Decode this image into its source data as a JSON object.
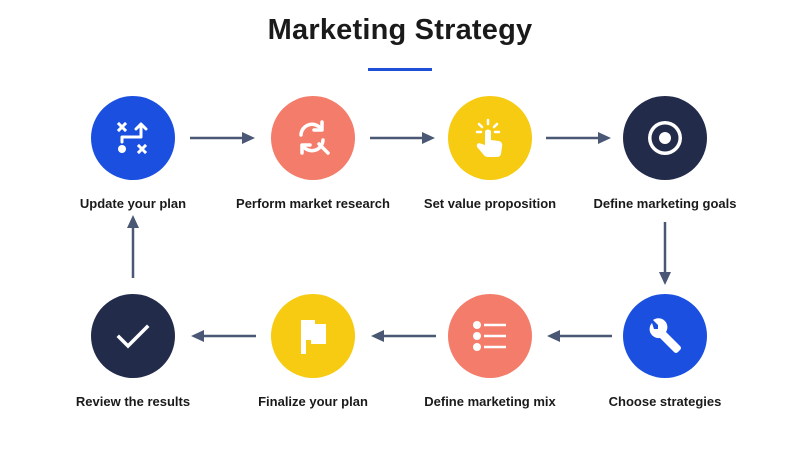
{
  "title": "Marketing Strategy",
  "colors": {
    "accent_underline": "#1f4fd6",
    "arrow": "#4a5775",
    "blue": "#1a4fe0",
    "salmon": "#f47c6a",
    "yellow": "#f6cb12",
    "navy": "#222b4a"
  },
  "steps": [
    {
      "label": "Update your plan",
      "icon": "strategy-play-icon",
      "color": "blue"
    },
    {
      "label": "Perform market research",
      "icon": "refresh-search-icon",
      "color": "salmon"
    },
    {
      "label": "Set value proposition",
      "icon": "tap-hand-icon",
      "color": "yellow"
    },
    {
      "label": "Define marketing goals",
      "icon": "target-icon",
      "color": "navy"
    },
    {
      "label": "Choose strategies",
      "icon": "wrench-icon",
      "color": "blue"
    },
    {
      "label": "Define marketing mix",
      "icon": "list-icon",
      "color": "salmon"
    },
    {
      "label": "Finalize your plan",
      "icon": "flag-icon",
      "color": "yellow"
    },
    {
      "label": "Review the results",
      "icon": "checkmark-icon",
      "color": "navy"
    }
  ]
}
